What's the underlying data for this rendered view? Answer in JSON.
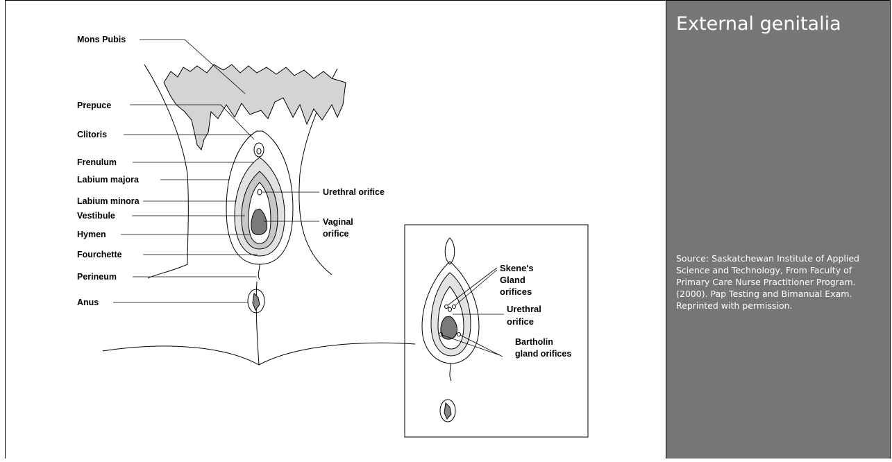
{
  "panel": {
    "title": "External genitalia",
    "source": "Source: Saskatchewan Institute of Applied Science and Technology, From Faculty of Primary Care Nurse Practitioner Program. (2000). Pap Testing and Bimanual Exam. Reprinted with permission."
  },
  "diagram": {
    "labels": {
      "mons_pubis": "Mons Pubis",
      "prepuce": "Prepuce",
      "clitoris": "Clitoris",
      "frenulum": "Frenulum",
      "labium_majora": "Labium majora",
      "labium_minora": "Labium minora",
      "vestibule": "Vestibule",
      "hymen": "Hymen",
      "fourchette": "Fourchette",
      "perineum": "Perineum",
      "anus": "Anus",
      "urethral_orifice": "Urethral orifice",
      "vaginal_orifice_1": "Vaginal",
      "vaginal_orifice_2": "orifice"
    },
    "inset_labels": {
      "skenes_1": "Skene's",
      "skenes_2": "Gland",
      "skenes_3": "orifices",
      "urethral_1": "Urethral",
      "urethral_2": "orifice",
      "bartholin_1": "Bartholin",
      "bartholin_2": "gland orifices"
    }
  }
}
